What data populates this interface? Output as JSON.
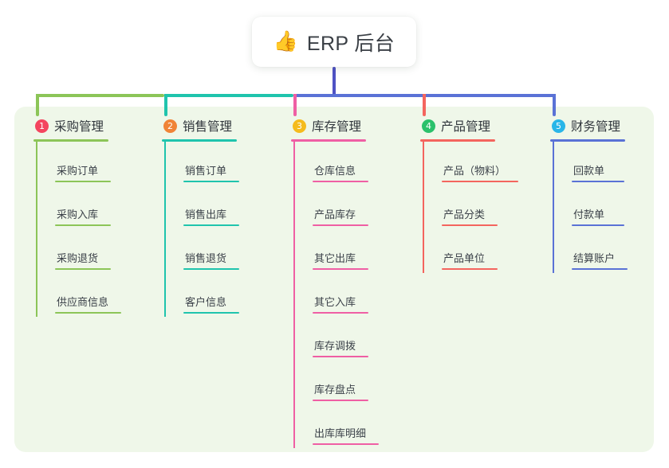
{
  "root": {
    "icon": "thumbs-up-icon",
    "icon_glyph": "👍",
    "title": "ERP 后台",
    "connector_color": "#4f52c4"
  },
  "panel": {
    "background": "#eff7e9"
  },
  "columns": [
    {
      "index": "1",
      "badge": "1",
      "badge_color": "#f4455f",
      "title": "采购管理",
      "line_color": "#8cc558",
      "items": [
        "采购订单",
        "采购入库",
        "采购退货",
        "供应商信息"
      ]
    },
    {
      "index": "2",
      "badge": "2",
      "badge_color": "#f08437",
      "title": "销售管理",
      "line_color": "#1fc4ad",
      "items": [
        "销售订单",
        "销售出库",
        "销售退货",
        "客户信息"
      ]
    },
    {
      "index": "3",
      "badge": "3",
      "badge_color": "#f5bb1d",
      "title": "库存管理",
      "line_color": "#ef5fa4",
      "items": [
        "仓库信息",
        "产品库存",
        "其它出库",
        "其它入库",
        "库存调拨",
        "库存盘点",
        "出库库明细"
      ]
    },
    {
      "index": "4",
      "badge": "4",
      "badge_color": "#2bc16b",
      "title": "产品管理",
      "line_color": "#f4655e",
      "items": [
        "产品（物料）",
        "产品分类",
        "产品单位"
      ]
    },
    {
      "index": "5",
      "badge": "5",
      "badge_color": "#29b6e8",
      "title": "财务管理",
      "line_color": "#5a72d6",
      "items": [
        "回款单",
        "付款单",
        "结算账户"
      ]
    }
  ]
}
